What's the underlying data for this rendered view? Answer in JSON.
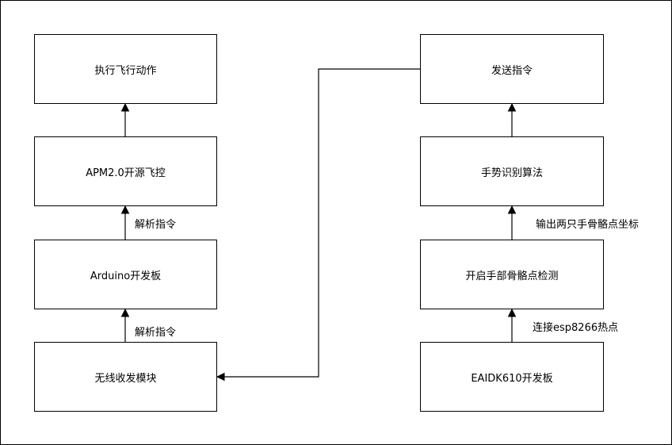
{
  "diagram": {
    "nodes": {
      "flight_action": "执行飞行动作",
      "apm_controller": "APM2.0开源飞控",
      "arduino_board": "Arduino开发板",
      "wireless_module": "无线收发模块",
      "send_command": "发送指令",
      "gesture_algorithm": "手势识别算法",
      "skeleton_detection": "开启手部骨骼点检测",
      "eaidk_board": "EAIDK610开发板"
    },
    "edge_labels": {
      "arduino_to_apm": "解析指令",
      "wireless_to_arduino": "解析指令",
      "skeleton_to_gesture": "输出两只手骨骼点坐标",
      "eaidk_to_skeleton": "连接esp8266热点"
    },
    "colors": {
      "stroke": "#000000",
      "fill": "#ffffff"
    }
  }
}
